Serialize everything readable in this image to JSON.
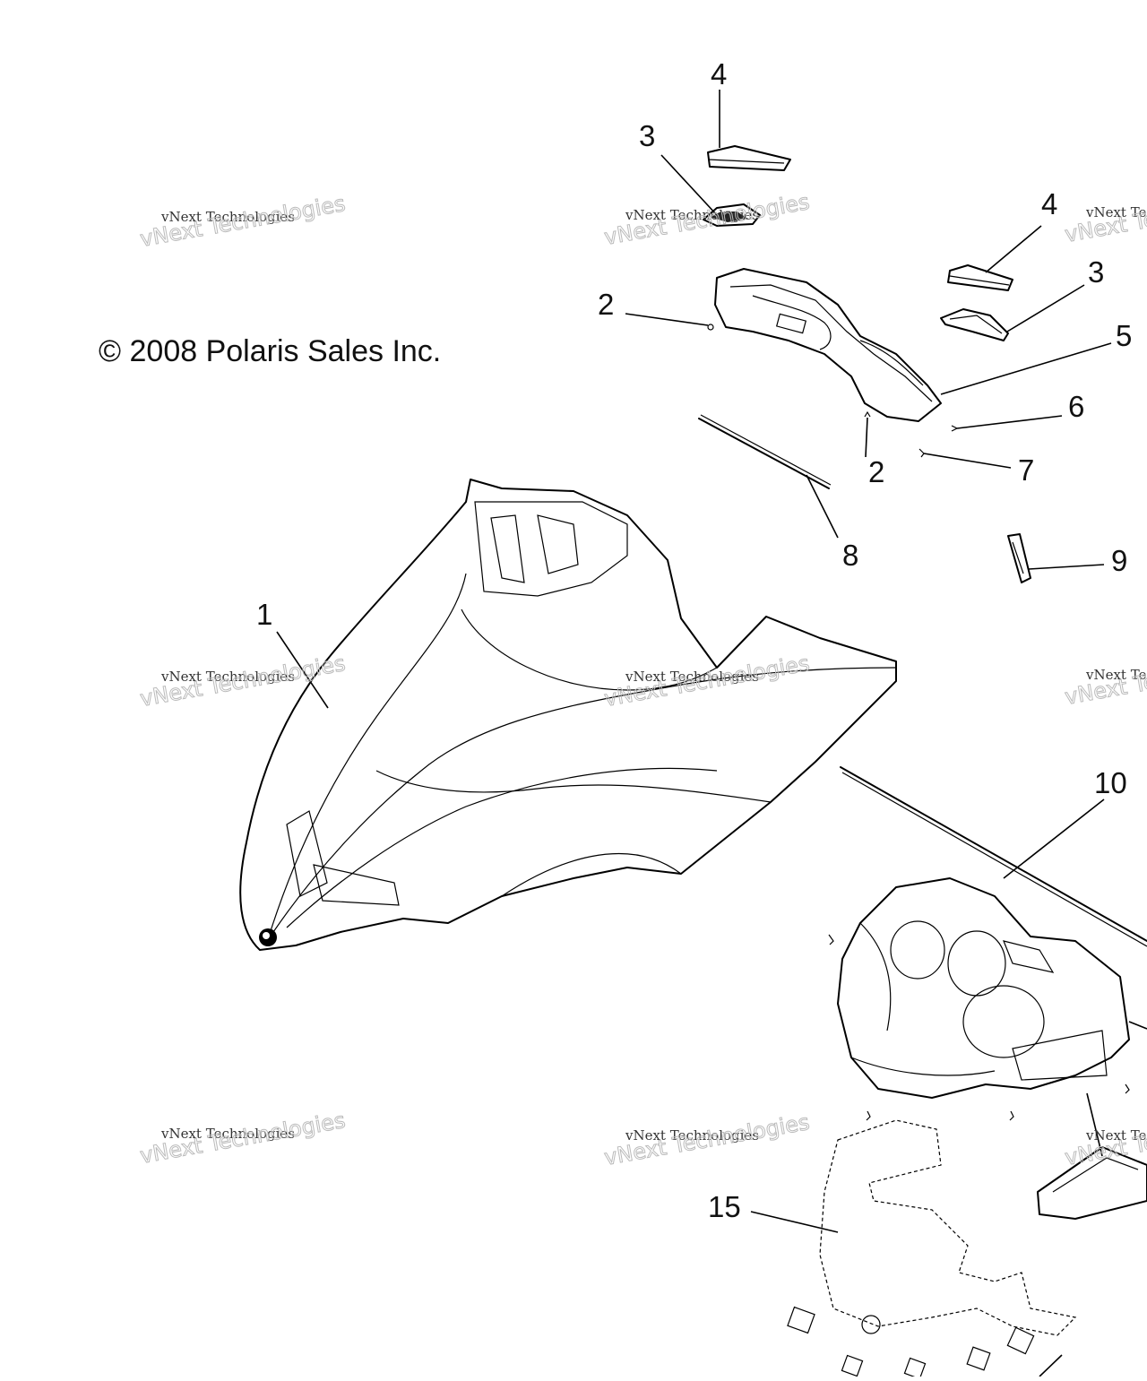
{
  "copyright": "© 2008 Polaris Sales Inc.",
  "watermark": {
    "line1": "vNext Technologies",
    "line2": "vNext Technologies"
  },
  "callouts": {
    "c1": "1",
    "c2a": "2",
    "c2b": "2",
    "c3a": "3",
    "c3b": "3",
    "c4a": "4",
    "c4b": "4",
    "c5": "5",
    "c6": "6",
    "c7": "7",
    "c8": "8",
    "c9": "9",
    "c10": "10",
    "c15": "15"
  }
}
